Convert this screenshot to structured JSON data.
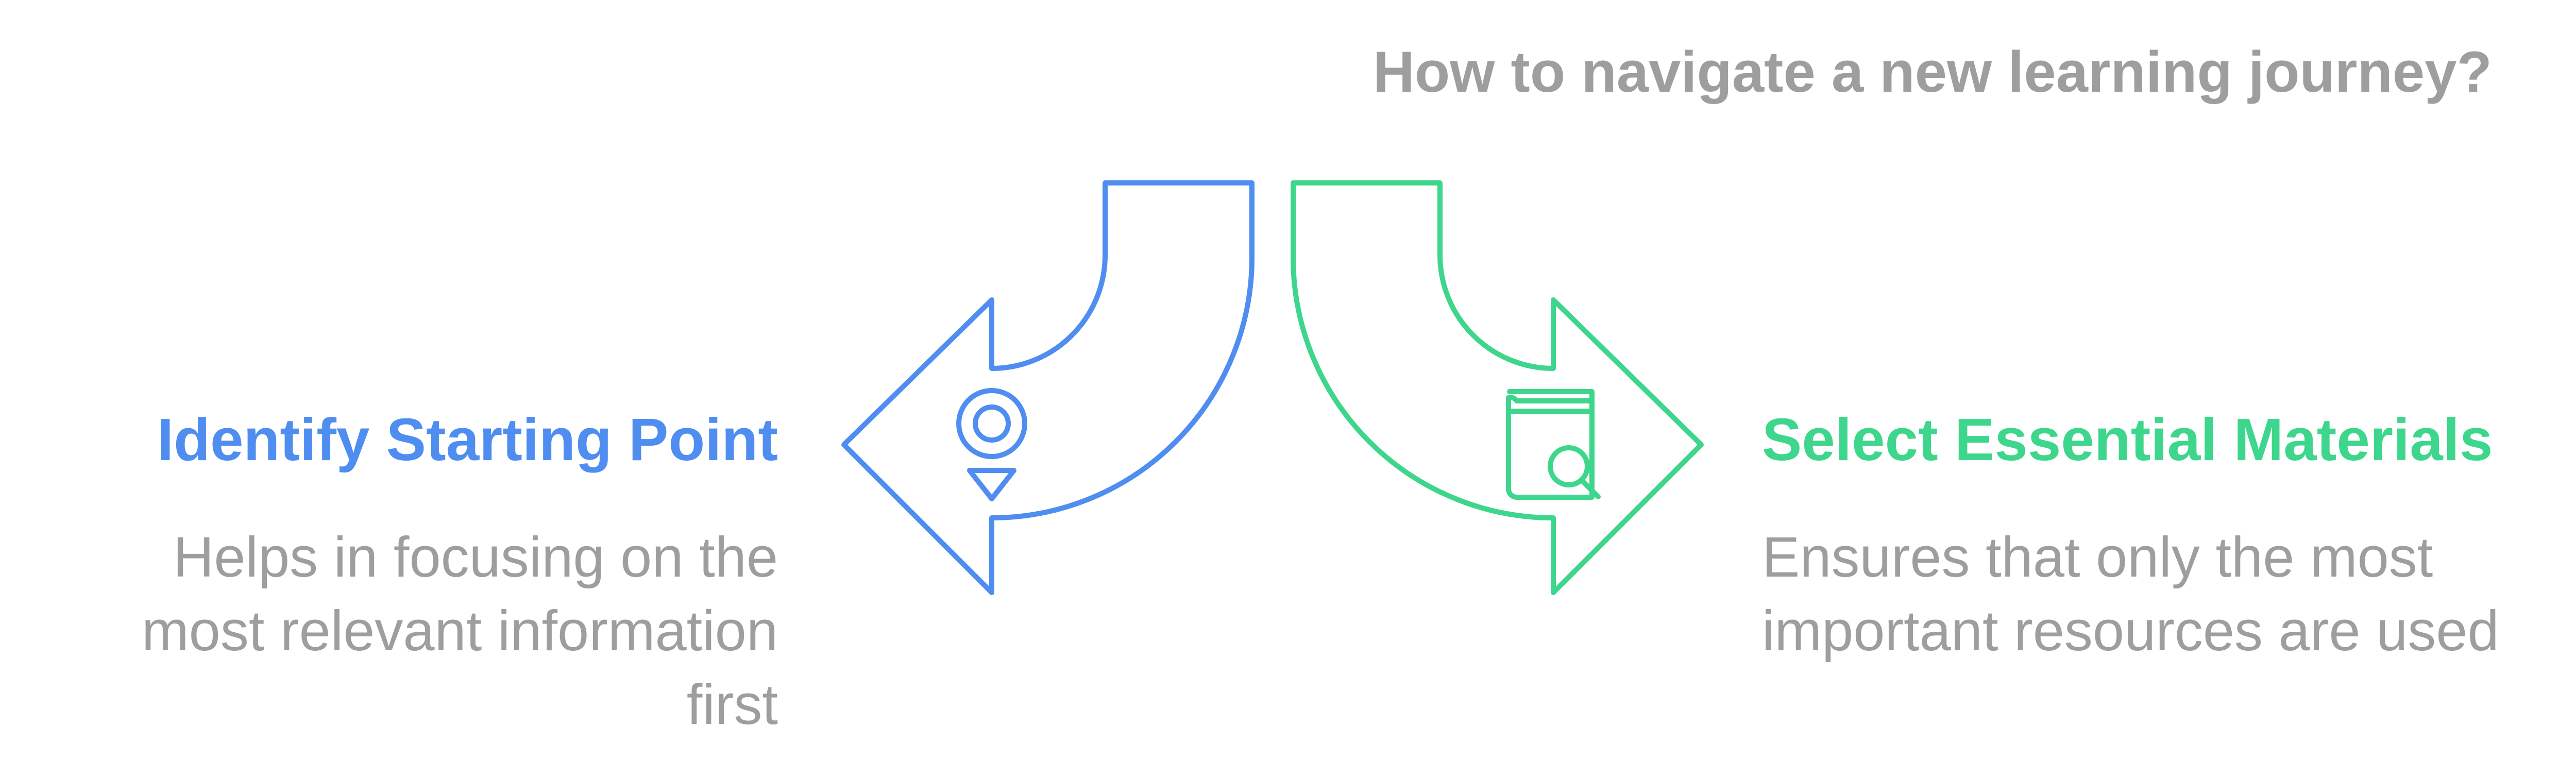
{
  "title": "How to navigate a new learning journey?",
  "colors": {
    "blue": "#4f8ef0",
    "green": "#3ed68c",
    "gray": "#9e9e9e"
  },
  "left": {
    "heading": "Identify Starting Point",
    "description": "Helps in focusing on the most relevant information first",
    "icon": "target-location-icon"
  },
  "right": {
    "heading": "Select Essential Materials",
    "description": "Ensures that only the most important resources are used",
    "icon": "book-search-icon"
  }
}
